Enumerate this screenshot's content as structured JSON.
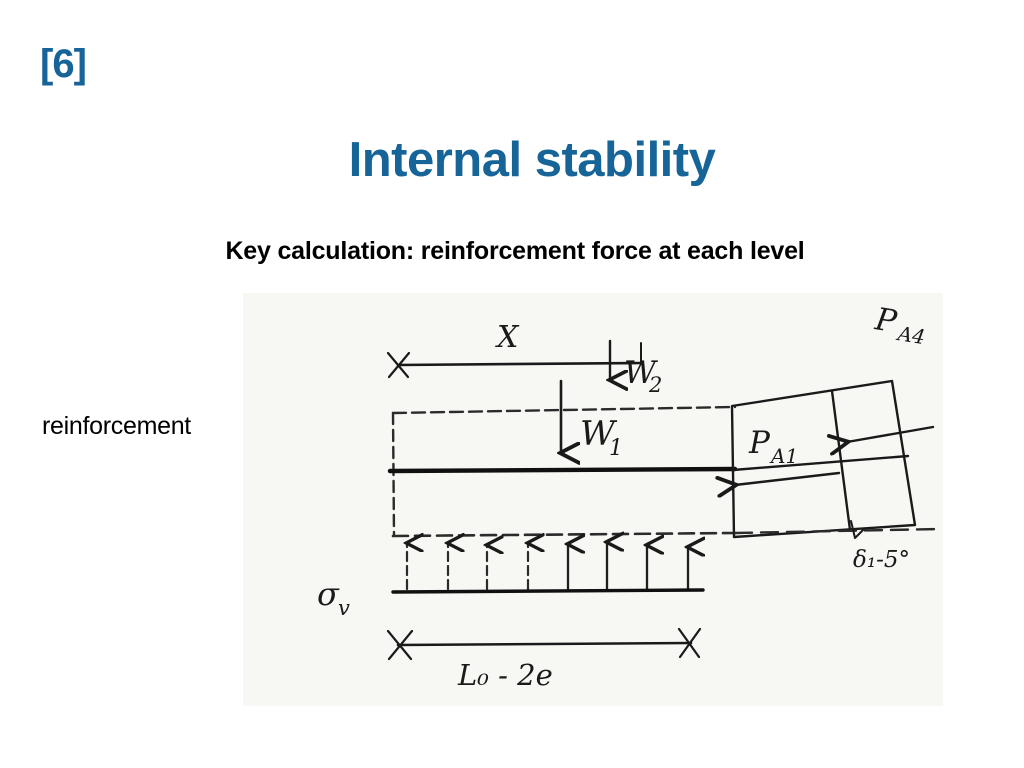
{
  "slide": {
    "marker": "[6]",
    "title": "Internal stability",
    "subtitle": "Key calculation: reinforcement force at each level",
    "title_color": "#176499",
    "subtitle_color": "#000000",
    "background_color": "#ffffff"
  },
  "annotation": {
    "reinforcement_label": "reinforcement",
    "arrow_icon": "arrow-down-right-icon",
    "color": "#000000"
  },
  "diagram": {
    "caption": "hand-drawn free-body diagram of a reinforced soil wall block",
    "paper_color": "#f7f7f4",
    "ink_color": "#1a1a1a",
    "labels": {
      "top_dimension": "X",
      "weight_upper": "W",
      "weight_upper_sub": "2",
      "weight_lower": "W",
      "weight_lower_sub": "1",
      "pressure_near": "P",
      "pressure_near_sub": "A1",
      "pressure_far": "P",
      "pressure_far_sub": "A4",
      "vertical_stress": "σ",
      "vertical_stress_sub": "v",
      "base_dimension": "L₀ - 2e",
      "angle_note": "δ₁-5°"
    },
    "features": {
      "stress_arrow_count": 8,
      "reinforcement_line": "solid horizontal bar at mid-height",
      "block_outline": "dashed rectangle",
      "wedge": "tilted quadrilateral at right"
    }
  }
}
